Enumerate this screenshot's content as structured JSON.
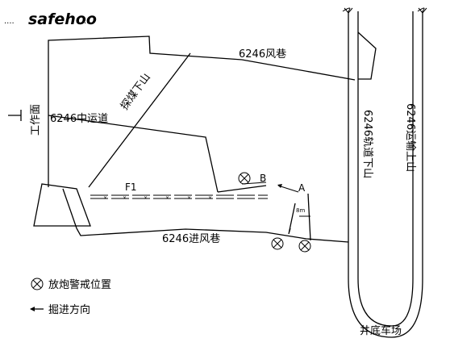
{
  "logo": {
    "text": "safehoo",
    "color": "#d9231f"
  },
  "labels": {
    "air_lane_6246": "6246风巷",
    "probe_slope": "探煤下山",
    "work_face": "工作面",
    "mid_road_6246": "6246中运道",
    "track_downhill_6246": "6246轨道下山",
    "haulage_uphill_6246": "6246运输上山",
    "intake_air_lane_6246": "6246进风巷",
    "fault_f1": "F1",
    "point_a": "A",
    "point_b": "B",
    "dist_small": "8m",
    "shaft_bottom_yard": "井底车场"
  },
  "legend": {
    "blast_warning": "放炮警戒位置",
    "tunnel_direction": "掘进方向"
  },
  "icons": [
    "blast-warning-icon",
    "direction-arrow-icon"
  ]
}
